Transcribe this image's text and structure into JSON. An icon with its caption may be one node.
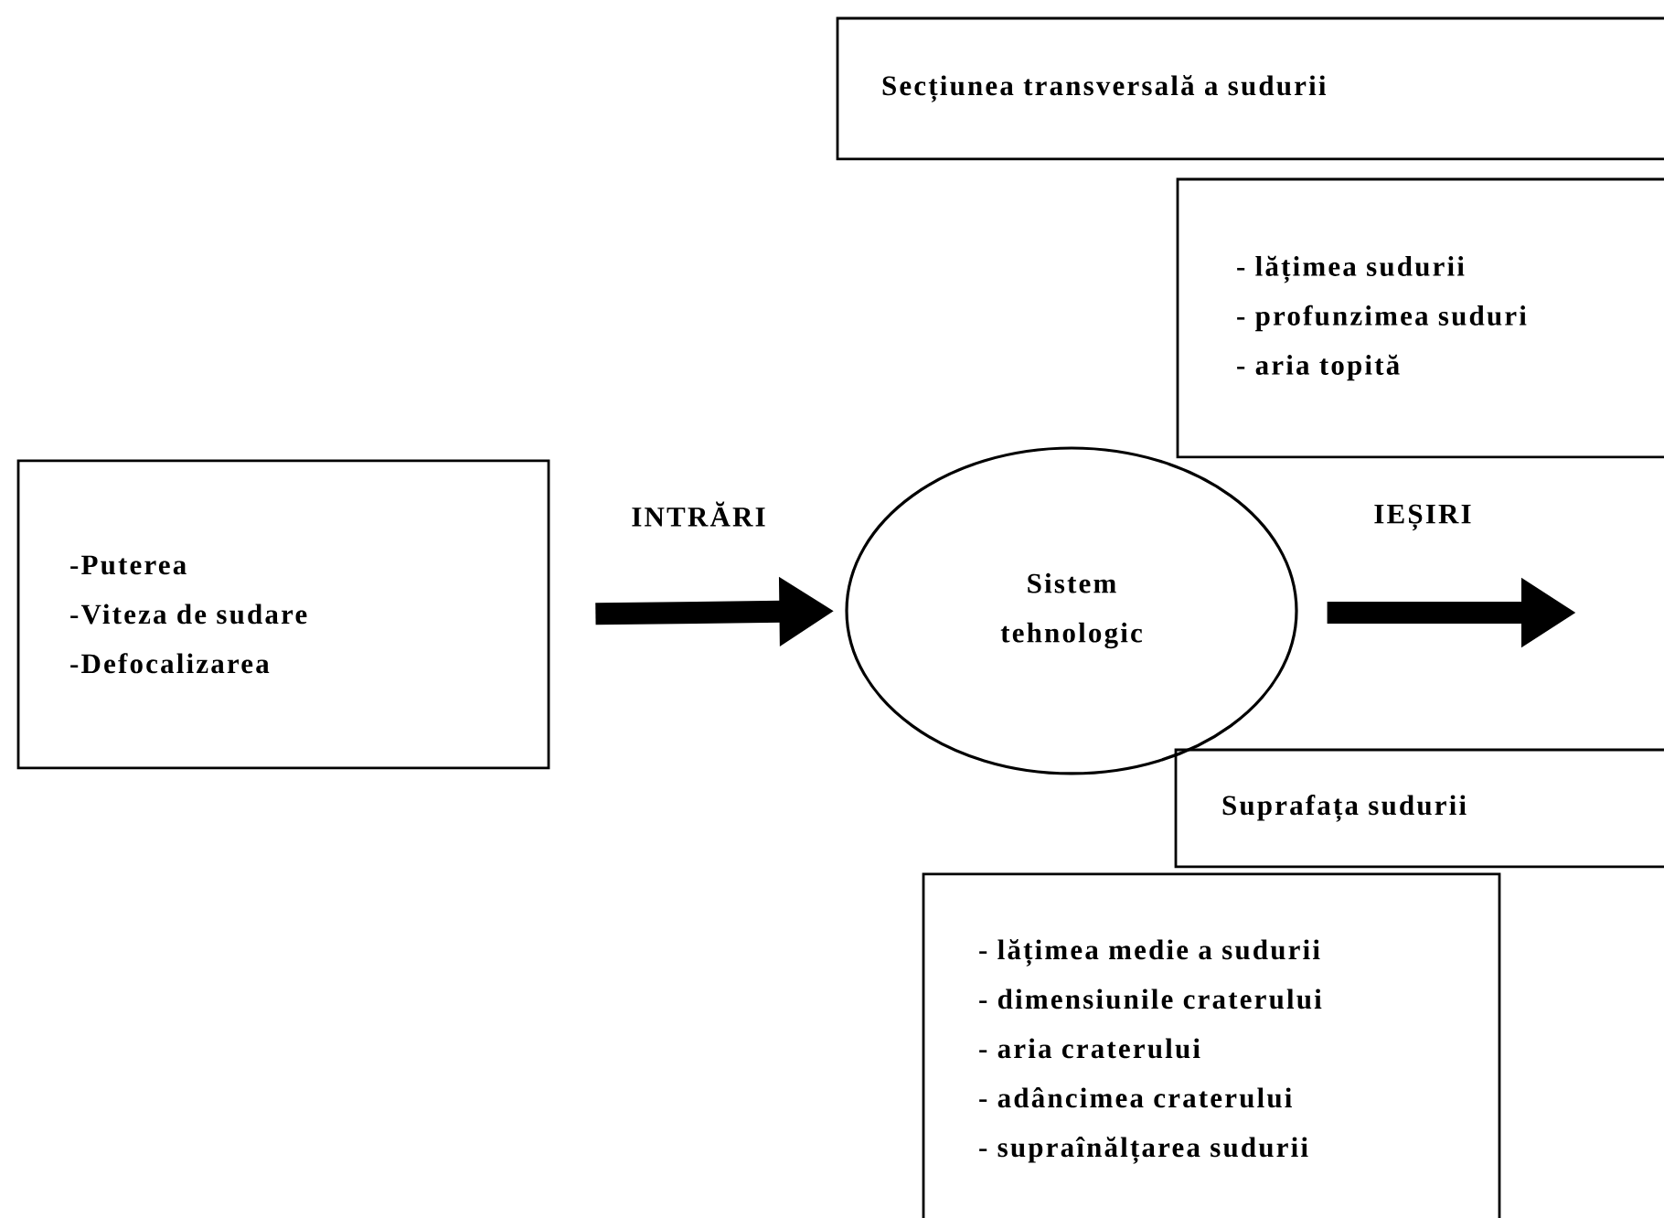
{
  "diagram": {
    "nodes": [
      {
        "text": [
          "-Puterea",
          "-Viteza de sudare",
          "-Defocalizarea"
        ]
      },
      {
        "text": [
          "Sistem tehnologic"
        ]
      },
      {
        "text": [
          "Secțiunea transversală a sudurii"
        ]
      },
      {
        "text": [
          "- lățimea sudurii",
          "- profunzimea suduri",
          "- aria topită"
        ]
      },
      {
        "text": [
          "Suprafața sudurii"
        ]
      },
      {
        "text": [
          "- lățimea medie a sudurii",
          "- dimensiunile craterului",
          "- aria craterului",
          "- adâncimea craterului",
          "- supraînălțarea sudurii"
        ]
      }
    ],
    "edges": [
      {
        "from": 0,
        "to": 1,
        "arrow": "to",
        "label": "INTRĂRI"
      },
      {
        "from": 1,
        "to": null,
        "arrow": "to",
        "label": "IEȘIRI"
      }
    ]
  }
}
